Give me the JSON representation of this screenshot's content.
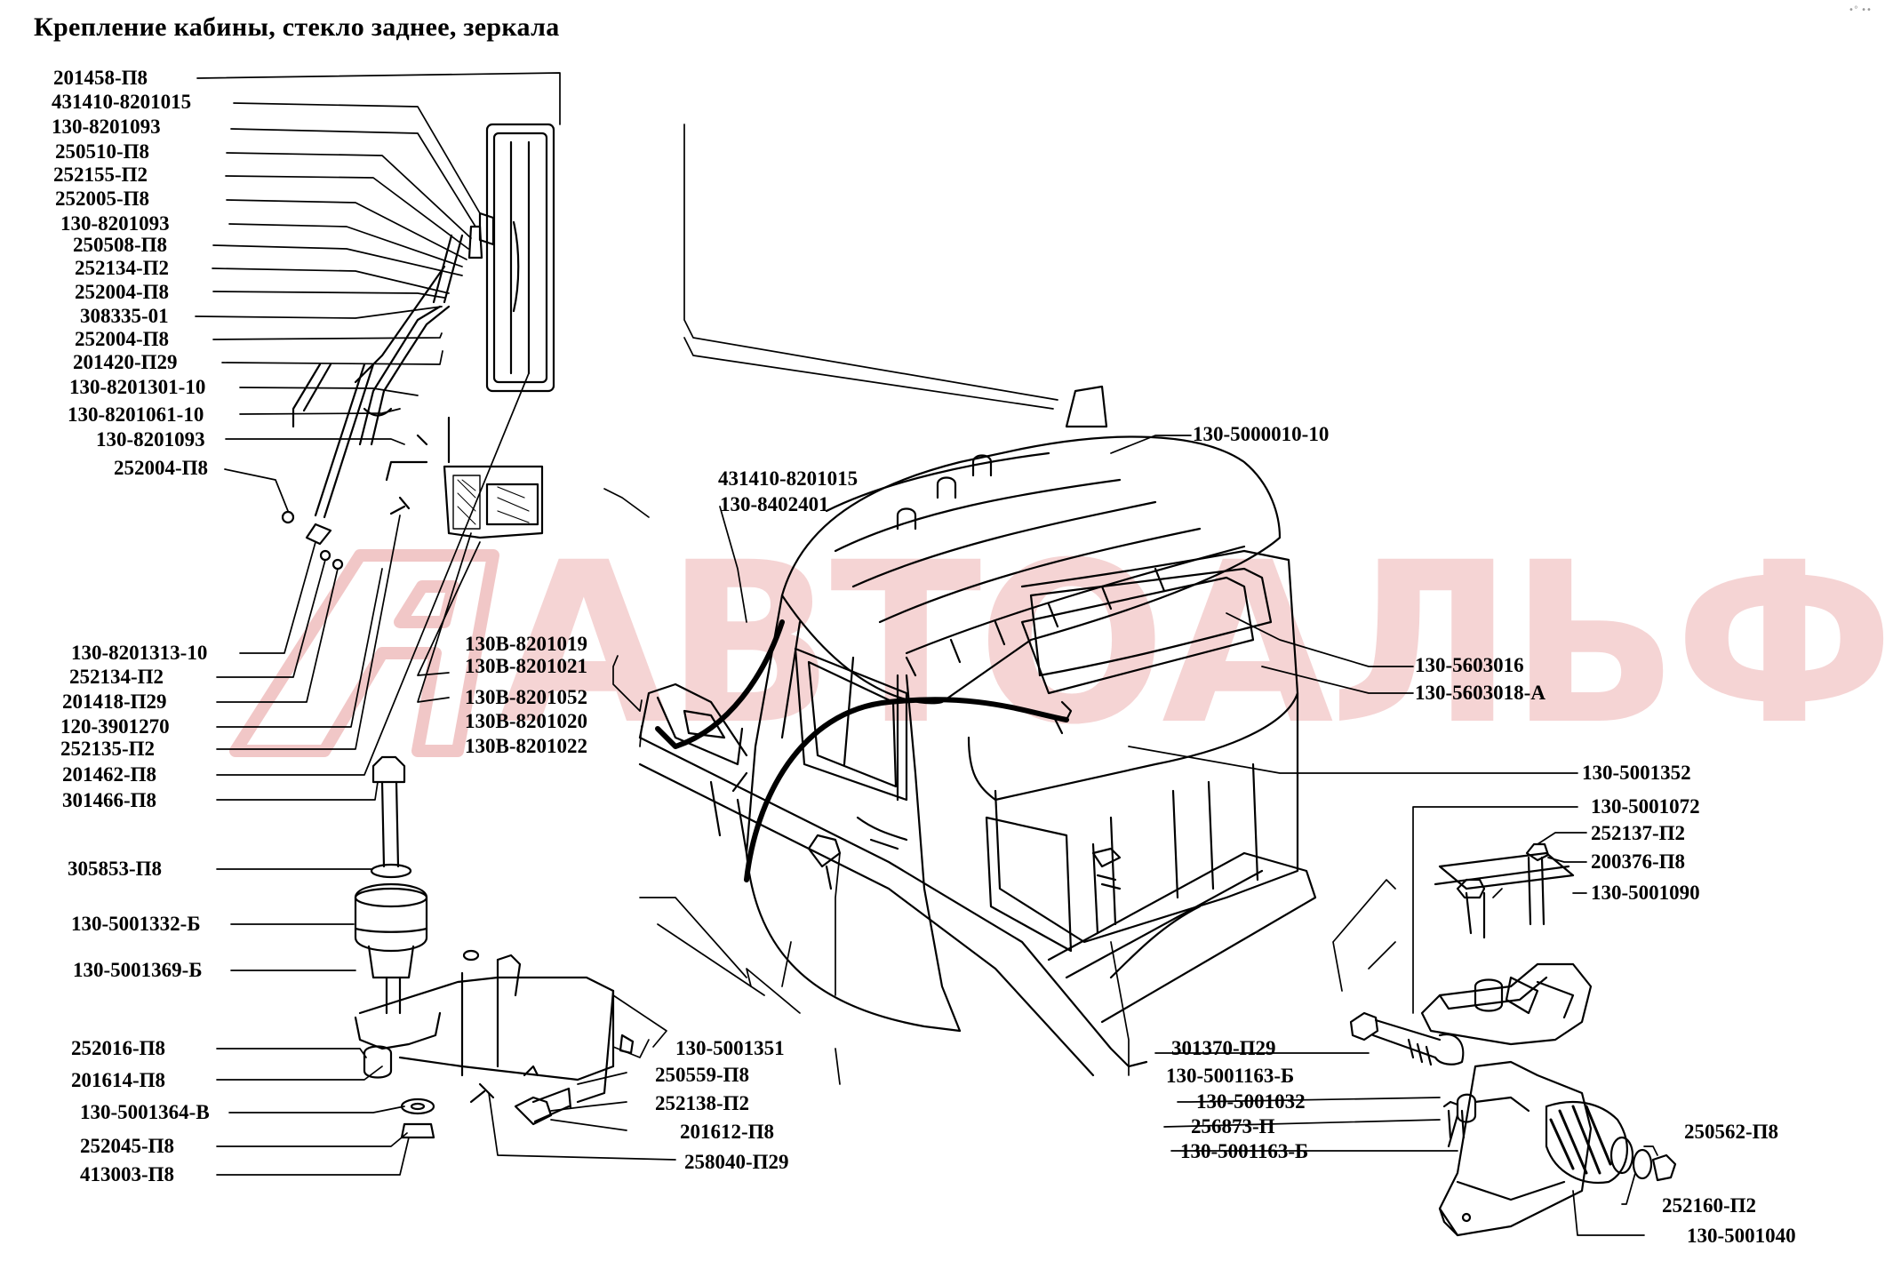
{
  "title": "Крепление кабины, стекло заднее, зеркала",
  "corner_mark": "•° ••",
  "watermark": {
    "text": "АВТОАЛЬФА",
    "color": "#e58a8a"
  },
  "labels_left": [
    "201458-П8",
    "431410-8201015",
    "130-8201093",
    "250510-П8",
    "252155-П2",
    "252005-П8",
    "130-8201093",
    "250508-П8",
    "252134-П2",
    "252004-П8",
    "308335-01",
    "252004-П8",
    "201420-П29",
    "130-8201301-10",
    "130-8201061-10",
    "130-8201093",
    "252004-П8",
    "130-8201313-10",
    "252134-П2",
    "201418-П29",
    "120-3901270",
    "252135-П2",
    "201462-П8",
    "301466-П8",
    "305853-П8",
    "130-5001332-Б",
    "130-5001369-Б",
    "252016-П8",
    "201614-П8",
    "130-5001364-В",
    "252045-П8",
    "413003-П8"
  ],
  "labels_middle": [
    "431410-8201015",
    "130-8402401",
    "130В-8201019",
    "130В-8201021",
    "130В-8201052",
    "130В-8201020",
    "130В-8201022",
    "130-5001351",
    "250559-П8",
    "252138-П2",
    "201612-П8",
    "258040-П29"
  ],
  "labels_right": [
    "130-5000010-10",
    "130-5603016",
    "130-5603018-А",
    "130-5001352",
    "130-5001072",
    "252137-П2",
    "200376-П8",
    "130-5001090",
    "301370-П29",
    "130-5001163-Б",
    "130-5001032",
    "256873-П",
    "130-5001163-Б",
    "250562-П8",
    "252160-П2",
    "130-5001040"
  ]
}
